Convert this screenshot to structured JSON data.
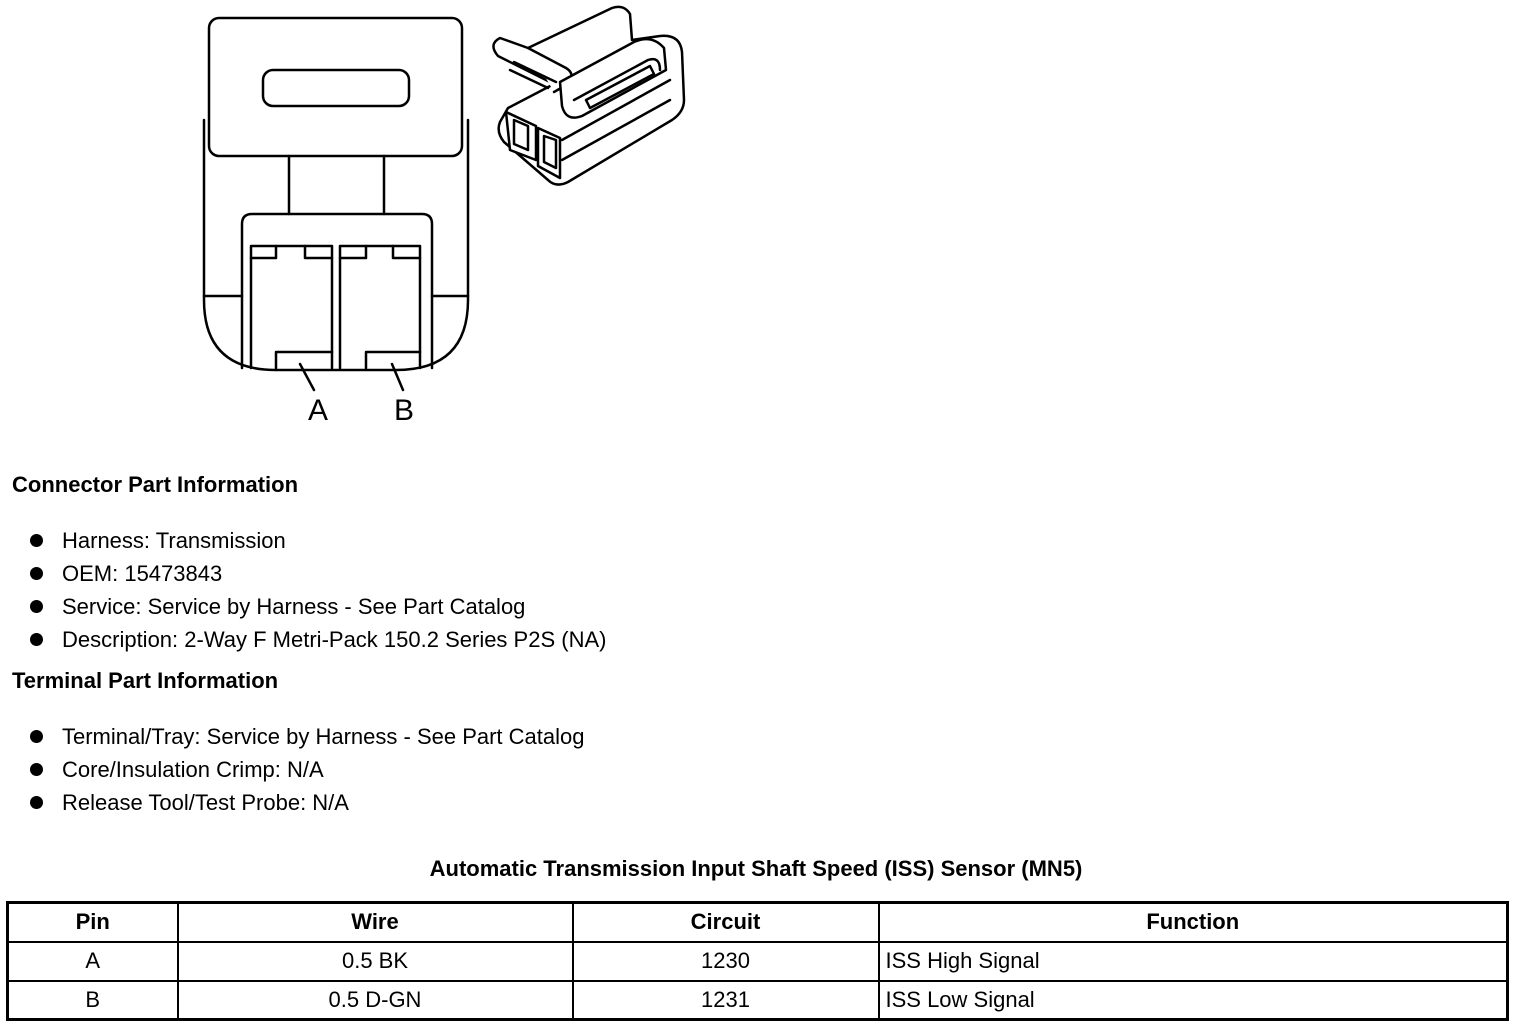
{
  "figure": {
    "pin_labels": [
      "A",
      "B"
    ]
  },
  "connector_section": {
    "heading": "Connector Part Information",
    "items": [
      "Harness: Transmission",
      "OEM: 15473843",
      "Service: Service by Harness - See Part Catalog",
      "Description: 2-Way F Metri-Pack 150.2 Series P2S (NA)"
    ]
  },
  "terminal_section": {
    "heading": "Terminal Part Information",
    "items": [
      "Terminal/Tray: Service by Harness - See Part Catalog",
      "Core/Insulation Crimp: N/A",
      "Release Tool/Test Probe: N/A"
    ]
  },
  "pin_table": {
    "title": "Automatic Transmission Input Shaft Speed (ISS) Sensor (MN5)",
    "headers": [
      "Pin",
      "Wire",
      "Circuit",
      "Function"
    ],
    "rows": [
      [
        "A",
        "0.5 BK",
        "1230",
        "ISS High Signal"
      ],
      [
        "B",
        "0.5 D-GN",
        "1231",
        "ISS Low Signal"
      ]
    ]
  }
}
